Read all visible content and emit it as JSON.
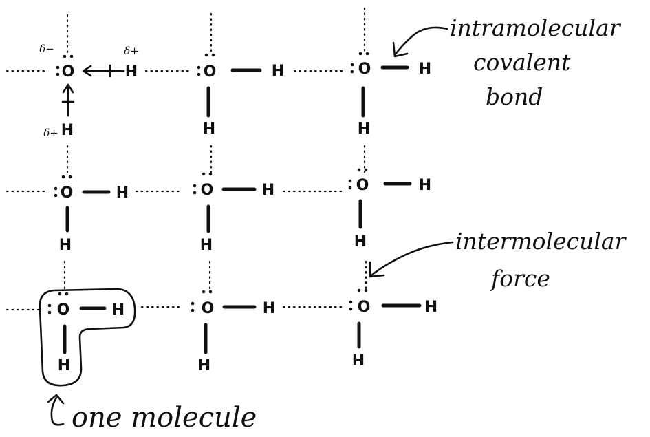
{
  "atoms": {
    "oxygen": "O",
    "hydrogen": "H"
  },
  "partial_charges": {
    "negative": "δ−",
    "positive": "δ+"
  },
  "labels": {
    "intramolecular_line1": "intramolecular",
    "intramolecular_line2": "covalent",
    "intramolecular_line3": "bond",
    "intermolecular_line1": "intermolecular",
    "intermolecular_line2": "force",
    "one_molecule": "one molecule"
  }
}
